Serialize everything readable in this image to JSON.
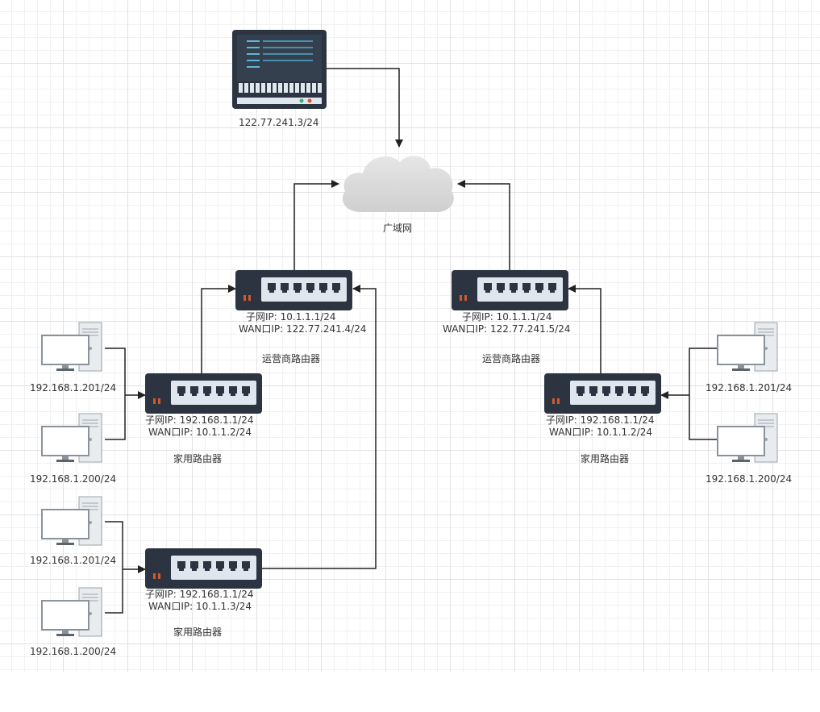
{
  "server": {
    "ip": "122.77.241.3/24"
  },
  "cloud": {
    "label": "广域网"
  },
  "isp_left": {
    "subnet": "子网IP:   10.1.1.1/24",
    "wan": "WAN口IP:  122.77.241.4/24",
    "name": "运营商路由器"
  },
  "isp_right": {
    "subnet": "子网IP:   10.1.1.1/24",
    "wan": "WAN口IP:  122.77.241.5/24",
    "name": "运营商路由器"
  },
  "home_left_top": {
    "subnet": "子网IP:   192.168.1.1/24",
    "wan": "WAN口IP:  10.1.1.2/24",
    "name": "家用路由器"
  },
  "home_left_bottom": {
    "subnet": "子网IP:   192.168.1.1/24",
    "wan": "WAN口IP:  10.1.1.3/24",
    "name": "家用路由器"
  },
  "home_right": {
    "subnet": "子网IP:   192.168.1.1/24",
    "wan": "WAN口IP:  10.1.1.2/24",
    "name": "家用路由器"
  },
  "pcs": {
    "lt1": "192.168.1.201/24",
    "lt2": "192.168.1.200/24",
    "lb1": "192.168.1.201/24",
    "lb2": "192.168.1.200/24",
    "r1": "192.168.1.201/24",
    "r2": "192.168.1.200/24"
  },
  "colors": {
    "device_dark": "#2b3440",
    "device_panel": "#dfe6ee",
    "port": "#2b3440",
    "led": "#d8572a",
    "line": "#222222",
    "cloud": "#d9d9d9"
  }
}
